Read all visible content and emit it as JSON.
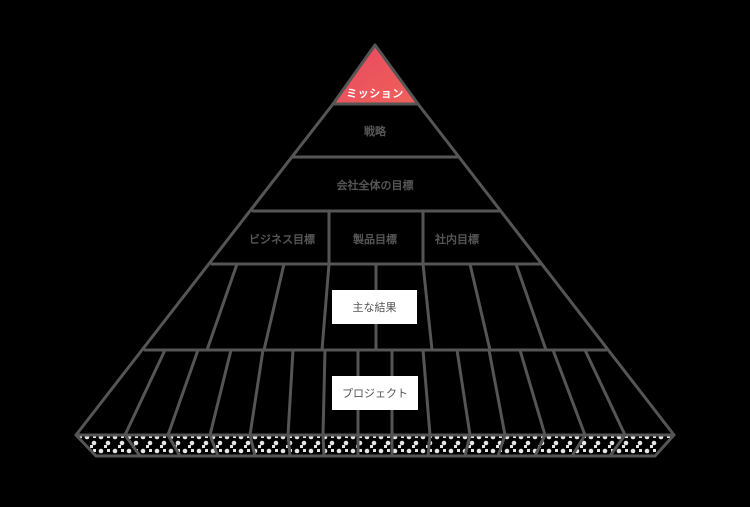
{
  "diagram": {
    "type": "pyramid",
    "background": "#000000",
    "line_color": "#555555",
    "mission_gradient": [
      "#e8475f",
      "#f0625b"
    ],
    "levels": [
      {
        "label": "ミッション",
        "highlight": true
      },
      {
        "label": "戦略"
      },
      {
        "label": "会社全体の目標"
      },
      {
        "segments": [
          "ビジネス目標",
          "製品目標",
          "社内目標"
        ]
      },
      {
        "label": "主な結果",
        "boxed": true,
        "cells": 8
      },
      {
        "label": "プロジェクト",
        "boxed": true,
        "cells": 14
      },
      {
        "label": "",
        "pattern": "dotted-base",
        "cells": 14
      }
    ]
  }
}
